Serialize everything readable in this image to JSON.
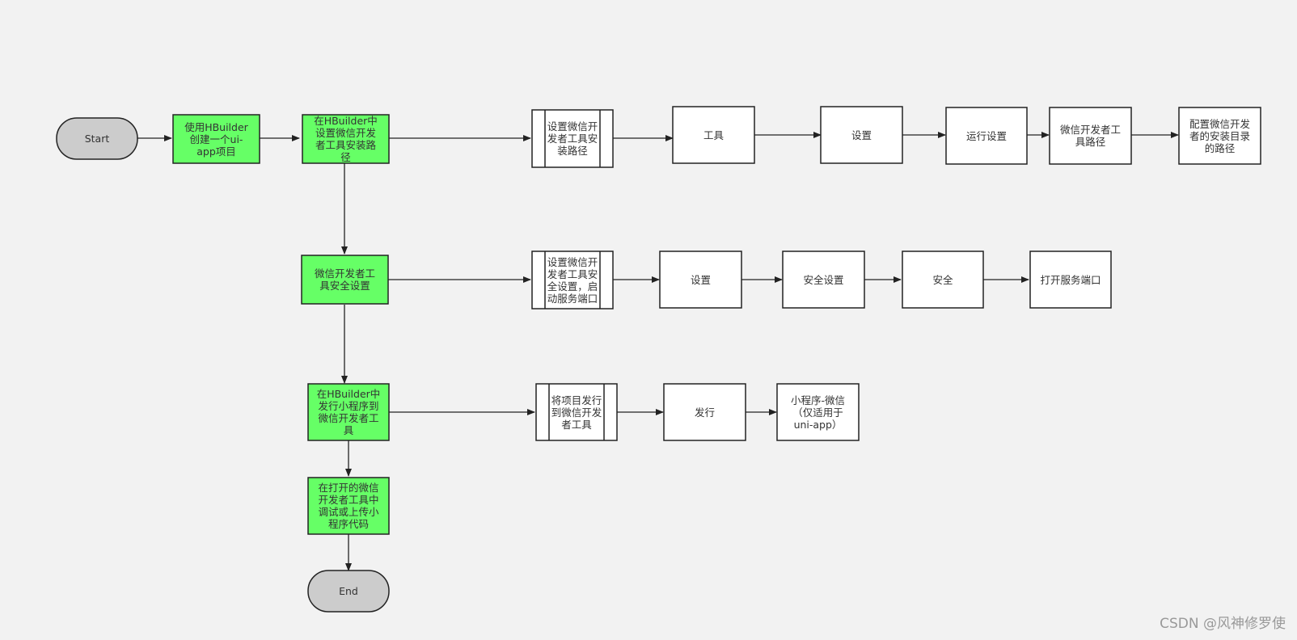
{
  "colors": {
    "background": "#f2f2f2",
    "green_fill": "#66ff66",
    "terminal_fill": "#cccccc",
    "box_fill": "#ffffff",
    "stroke": "#222222",
    "text": "#333333"
  },
  "nodes": {
    "start": "Start",
    "create_project": "使用HBuilder\n创建一个ui-\napp项目",
    "set_path": "在HBuilder中\n设置微信开发\n者工具安装路\n径",
    "security_settings": "微信开发者工\n具安全设置",
    "publish_miniprogram": "在HBuilder中\n发行小程序到\n微信开发者工\n具",
    "debug_upload": "在打开的微信\n开发者工具中\n调试或上传小\n程序代码",
    "end": "End",
    "sub_set_path": "设置微信开\n发者工具安\n装路径",
    "tools": "工具",
    "settings_1": "设置",
    "run_settings": "运行设置",
    "devtool_path": "微信开发者工\n具路径",
    "configure_install_dir": "配置微信开发\n者的安装目录\n的路径",
    "sub_security": "设置微信开\n发者工具安\n全设置，启\n动服务端口",
    "settings_2": "设置",
    "security_settings_item": "安全设置",
    "security": "安全",
    "open_service_port": "打开服务端口",
    "sub_publish": "将项目发行\n到微信开发\n者工具",
    "publish": "发行",
    "miniprogram_wechat": "小程序-微信\n（仅适用于\nuni-app）"
  },
  "watermark": "CSDN @风神修罗使"
}
